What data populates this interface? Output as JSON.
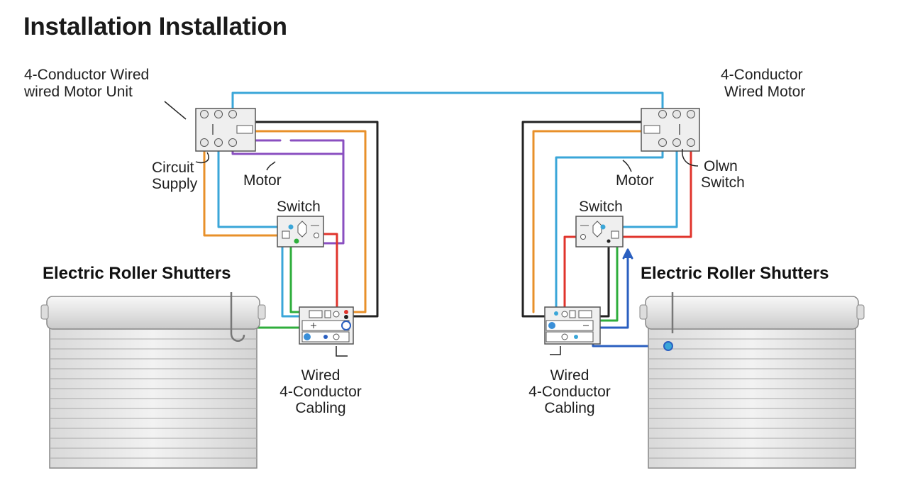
{
  "title": "Installation Installation",
  "left": {
    "motor_unit_label": [
      "4-Conductor Wired",
      "wired Motor Unit"
    ],
    "supply_label": [
      "Circuit",
      "Supply"
    ],
    "motor_label": "Motor",
    "switch_label": "Switch",
    "shutter_label": "Electric Roller Shutters",
    "cabling_label": [
      "Wired",
      "4-Conductor",
      "Cabling"
    ]
  },
  "right": {
    "motor_unit_label": [
      "4-Conductor",
      "Wired Motor"
    ],
    "switch_side_label": [
      "Olwn",
      "Switch"
    ],
    "motor_label": "Motor",
    "switch_label": "Switch",
    "shutter_label": "Electric Roller Shutters",
    "cabling_label": [
      "Wired",
      "4-Conductor",
      "Cabling"
    ]
  },
  "wire_colors": {
    "blue": "#3aa6d8",
    "orange": "#e8902a",
    "purple": "#8a4fc0",
    "black": "#222222",
    "red": "#e0342c",
    "green": "#2fae3c",
    "navy": "#2a5fc0"
  }
}
